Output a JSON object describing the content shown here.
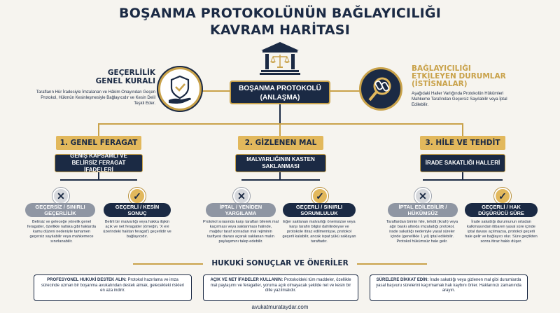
{
  "title_line1": "BOŞANMA PROTOKOLÜNÜN BAĞLAYICILIĞI",
  "title_line2": "KAVRAM HARİTASI",
  "icons": {
    "courthouse": "courthouse-icon",
    "shield_hand": "shield-check-hand-icon",
    "chain_magnifier": "broken-chain-magnifier-icon"
  },
  "center": {
    "line1": "BOŞANMA PROTOKOLÜ",
    "line2": "(ANLAŞMA)"
  },
  "left_rule": {
    "title1": "GEÇERLİLİK",
    "title2": "GENEL KURALI",
    "text": "Tarafların Hür İradesiyle İmzalanan ve Hâkim Onayından Geçen Protokol, Hükmün Kesinleşmesiyle Bağlayıcıdır ve Kesin Delil Teşkil Eder."
  },
  "right_rule": {
    "title1": "BAĞLAYICILIĞI",
    "title2": "ETKİLEYEN DURUMLAR",
    "title3": "(İSTİSNALAR)",
    "text": "Aşağıdaki Haller Varlığında Protokolün Hükümleri Mahkeme Tarafından Geçersiz Sayılabilir veya İptal Edilebilir."
  },
  "branches": [
    {
      "ribbon": "1. GENEL FERAGAT",
      "sub": "GENİŞ KAPSAMLI VE BELİRSİZ FERAGAT İFADELERİ",
      "neg_label": "GEÇERSİZ / SINIRLI GEÇERLİLİK",
      "pos_label": "GEÇERLİ / KESİN SONUÇ",
      "neg_text": "Belirsiz ve geleceğe yönelik genel feragatler, özellikle nafaka gibi haklarda kamu düzeni nedeniyle tamamen geçersiz sayılabilir veya mahkemece sınırlanabilir.",
      "pos_text": "Belirli bir malvarlığı veya hakka ilişkin açık ve net feragatler (örneğin, 'X evi üzerindeki haktan feragat') geçerlidir ve bağlayıcıdır."
    },
    {
      "ribbon": "2. GİZLENEN MAL",
      "sub": "MALVARLIĞININ KASTEN SAKLANMASI",
      "neg_label": "İPTAL / YENİDEN YARGILAMA",
      "pos_label": "GEÇERLİ / SINIRLI SORUMLULUK",
      "neg_text": "Protokol sırasında karşı taraftan bilerek mal kaçırması veya saklanması halinde, mağdur taraf sonradan mal rejiminin tasfiyesi davası açarak saklanan malın paylaşımını talep edebilir.",
      "pos_text": "Eğer saklanan malvarlığı önemsizse veya karşı tarafın bilgisi dahilindeyse ve protokole itiraz edilmemişse, protokol geçerli kalabilir, ancak ispat yükü saklayan taraftadır."
    },
    {
      "ribbon": "3. HİLE VE TEHDİT",
      "sub": "İRADE SAKATLIĞI HALLERİ",
      "neg_label": "İPTAL EDİLEBİLİR / HÜKÜMSÜZ",
      "pos_label": "GEÇERLİ / HAK DÜŞÜRÜCÜ SÜRE",
      "neg_text": "Taraflardan birinin hile, tehdit (ikrah) veya ağır baskı altında imzaladığı protokol, irade sakatlığı nedeniyle yasal süreler içinde (genellikle 1 yıl) iptal edilebilir. Protokol hükümsüz hale gelir.",
      "pos_text": "İrade sakatlığı durumunun ortadan kalkmasından itibaren yasal süre içinde iptal davası açılmazsa, protokol geçerli hale gelir ve bağlayıcı olur. Süre geçtikten sonra itiraz hakkı düşer."
    }
  ],
  "results_title": "HUKUKİ SONUÇLAR VE ÖNERİLER",
  "results": [
    {
      "bold": "PROFESYONEL HUKUKİ DESTEK ALIN:",
      "text": "Protokol hazırlama ve imza sürecinde uzman bir boşanma avukatından destek almak, gelecekteki riskleri en aza indirir."
    },
    {
      "bold": "AÇIK VE NET İFADELER KULLANIN:",
      "text": "Protokoldeki tüm maddeler, özellikle mal paylaşımı ve feragatler, yoruma açık olmayacak şekilde net ve kesin bir dille yazılmalıdır."
    },
    {
      "bold": "SÜRELERE DİKKAT EDİN:",
      "text": "İrade sakatlığı veya gizlenen mal gibi durumlarda yasal başvuru sürelerini kaçırmamak hak kaybını önler. Haklarınızı zamanında arayın."
    }
  ],
  "footer": "avukatmurataydar.com",
  "colors": {
    "navy": "#1b2a44",
    "gold": "#e2b85c",
    "grey": "#8f96a3",
    "background": "#f6f4ef"
  }
}
